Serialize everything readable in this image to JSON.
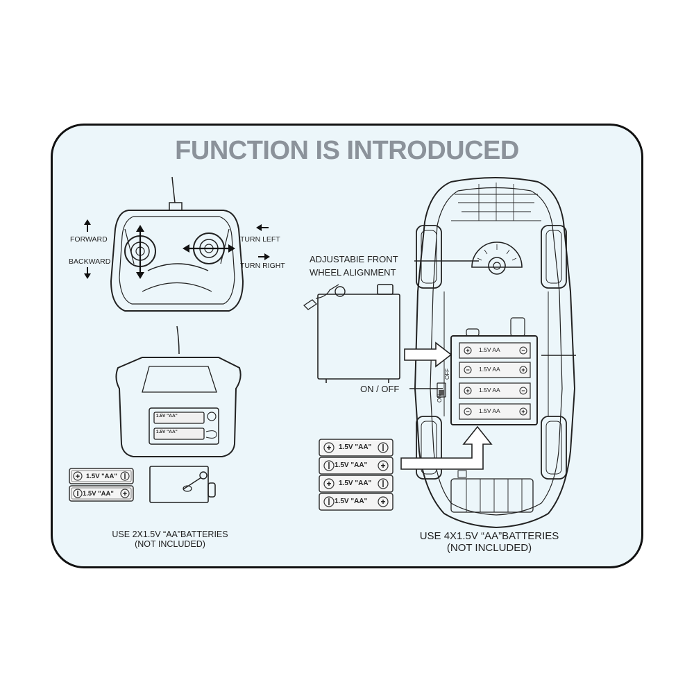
{
  "title": "FUNCTION IS INTRODUCED",
  "remote": {
    "forward": "FORWARD",
    "backward": "BACKWARD",
    "turn_left": "TURN LEFT",
    "turn_right": "TURN RIGHT",
    "inner_battery_label": "1.5V \"AA\"",
    "battery_label": "1.5V \"AA\"",
    "caption_line1": "USE 2X1.5V “AA”BATTERIES",
    "caption_line2": "(NOT INCLUDED)"
  },
  "car": {
    "wheel_alignment_line1": "ADJUSTABIE FRONT",
    "wheel_alignment_line2": "WHEEL ALIGNMENT",
    "on_off": "ON / OFF",
    "switch_on": "ON",
    "switch_off": "OFF",
    "inner_battery_label": "1.5V AA",
    "battery_label": "1.5V \"AA\"",
    "caption_line1": "USE 4X1.5V “AA”BATTERIES",
    "caption_line2": "(NOT INCLUDED)"
  },
  "colors": {
    "panel_bg": "#ecf6fa",
    "title": "#8b929a",
    "line": "#222222"
  }
}
